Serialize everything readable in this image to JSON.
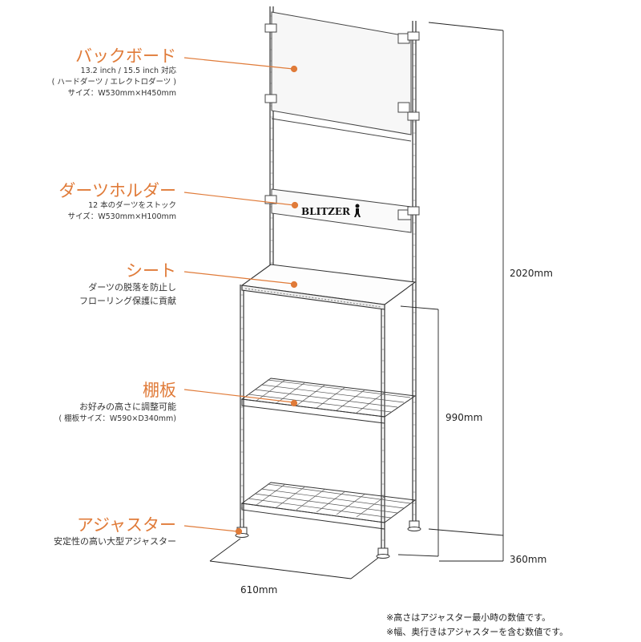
{
  "labels": {
    "backboard": {
      "title": "バックボード",
      "lines": [
        "13.2 inch / 15.5 inch 対応",
        "( ハードダーツ / エレクトロダーツ )",
        "サイズ：W530mm×H450mm"
      ]
    },
    "holder": {
      "title": "ダーツホルダー",
      "lines": [
        "12 本のダーツをストック",
        "サイズ：W530mm×H100mm"
      ]
    },
    "seat": {
      "title": "シート",
      "lines": [
        "ダーツの脱落を防止し",
        "フローリング保護に貢献"
      ]
    },
    "shelf": {
      "title": "棚板",
      "lines": [
        "お好みの高さに調整可能",
        "( 棚板サイズ：W590×D340mm)"
      ]
    },
    "adjuster": {
      "title": "アジャスター",
      "lines": [
        "安定性の高い大型アジャスター"
      ]
    }
  },
  "dimensions": {
    "height_total": "2020mm",
    "height_shelf": "990mm",
    "depth": "360mm",
    "width": "610mm"
  },
  "logo_text": "BLITZER",
  "notes": [
    "※高さはアジャスター最小時の数値です。",
    "※幅、奥行きはアジャスターを含む数値です。"
  ],
  "colors": {
    "accent": "#e07b39",
    "line": "#333333"
  }
}
